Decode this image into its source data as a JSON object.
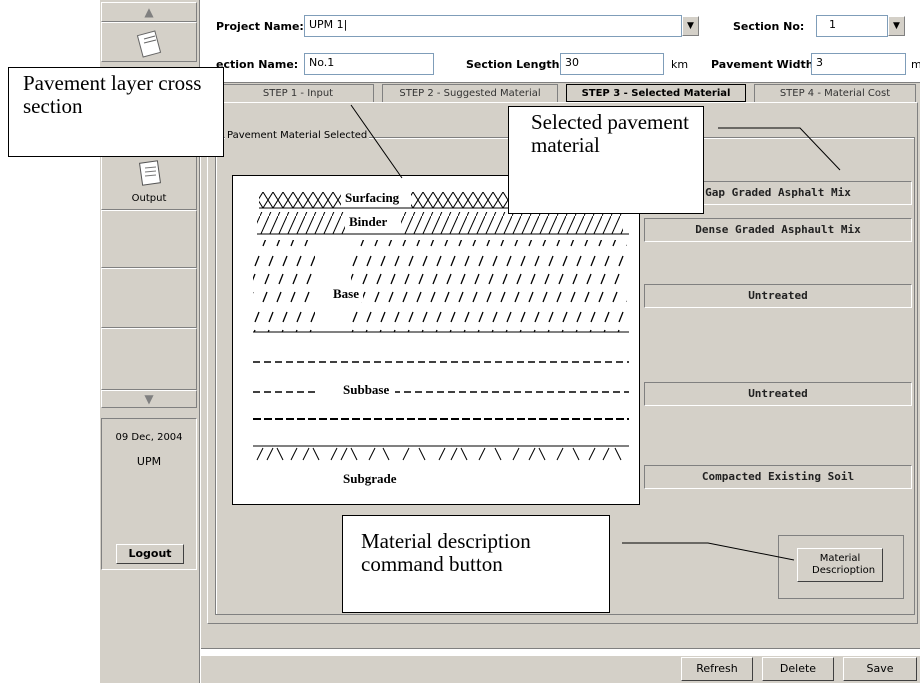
{
  "header": {
    "project_name_label": "Project Name:",
    "project_name_value": "UPM 1|",
    "section_no_label": "Section No:",
    "section_no_value": "1",
    "section_name_label": "ection Name:",
    "section_name_value": "No.1",
    "section_length_label": "Section Length:",
    "section_length_value": "30",
    "section_length_unit": "km",
    "pavement_width_label": "Pavement Width:",
    "pavement_width_value": "3",
    "pavement_width_unit": "m"
  },
  "tabs": [
    {
      "label": "STEP 1 - Input",
      "active": false
    },
    {
      "label": "STEP 2 - Suggested Material",
      "active": false
    },
    {
      "label": "STEP 3 - Selected Material",
      "active": true
    },
    {
      "label": "STEP 4 - Material Cost",
      "active": false
    }
  ],
  "sidebar": {
    "output_label": "Output",
    "date": "09 Dec, 2004",
    "user": "UPM",
    "logout_label": "Logout"
  },
  "main": {
    "group_title": "Pavement Material Selected",
    "layers": {
      "surfacing": "Surfacing",
      "binder": "Binder",
      "base": "Base",
      "subbase": "Subbase",
      "subgrade": "Subgrade"
    },
    "materials": [
      "Gap Graded Asphalt Mix",
      "Dense Graded Asphault Mix",
      "Untreated",
      "Untreated",
      "Compacted Existing Soil"
    ],
    "material_description_button": "Material Descrioption"
  },
  "bottom_buttons": {
    "refresh": "Refresh",
    "delete": "Delete",
    "save": "Save"
  },
  "callouts": {
    "pavement_layer": "Pavement layer cross section",
    "selected_material": "Selected pavement material",
    "material_description": "Material description command button"
  }
}
